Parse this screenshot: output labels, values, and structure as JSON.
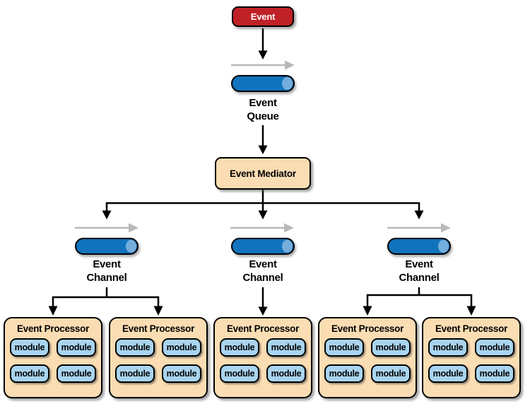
{
  "diagram": {
    "event_node": {
      "label": "Event"
    },
    "queue": {
      "label_lines": [
        "Event",
        "Queue"
      ]
    },
    "mediator": {
      "label": "Event Mediator"
    },
    "channels": [
      {
        "label_lines": [
          "Event",
          "Channel"
        ]
      },
      {
        "label_lines": [
          "Event",
          "Channel"
        ]
      },
      {
        "label_lines": [
          "Event",
          "Channel"
        ]
      }
    ],
    "processors": [
      {
        "title": "Event Processor",
        "modules": [
          "module",
          "module",
          "module",
          "module"
        ]
      },
      {
        "title": "Event Processor",
        "modules": [
          "module",
          "module",
          "module",
          "module"
        ]
      },
      {
        "title": "Event Processor",
        "modules": [
          "module",
          "module",
          "module",
          "module"
        ]
      },
      {
        "title": "Event Processor",
        "modules": [
          "module",
          "module",
          "module",
          "module"
        ]
      },
      {
        "title": "Event Processor",
        "modules": [
          "module",
          "module",
          "module",
          "module"
        ]
      }
    ],
    "colors": {
      "event_fill": "#C02127",
      "event_text": "#FFFFFF",
      "queue_fill": "#1173BD",
      "queue_cap": "#74AEDD",
      "mediator_fill": "#FBDDB3",
      "processor_fill": "#FBDDB3",
      "module_fill": "#A9D4EF",
      "flow_arrow_gray": "#B9B9B9",
      "connector_black": "#000000"
    }
  }
}
